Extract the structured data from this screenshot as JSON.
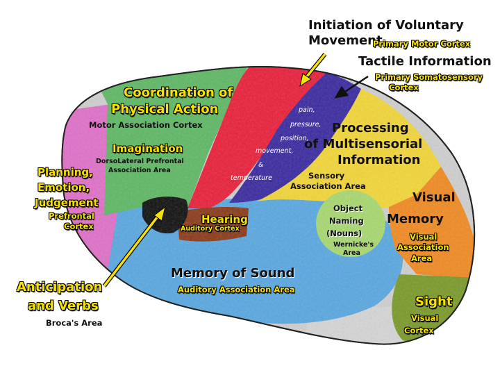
{
  "labels": {
    "initiation_title_1": "Initiation of Voluntary",
    "initiation_title_2": "Movement",
    "primary_motor": "Primary Motor Cortex",
    "tactile_title": "Tactile Information",
    "somatosensory_1": "Primary Somatosensory",
    "somatosensory_2": "Cortex",
    "coordination_1": "Coordination of",
    "coordination_2": "Physical Action",
    "motor_association": "Motor Association Cortex",
    "imagination": "Imagination",
    "dlpfc_1": "DorsoLateral Prefrontal",
    "dlpfc_2": "Association Area",
    "planning_1": "Planning,",
    "planning_2": "Emotion,",
    "planning_3": "Judgement",
    "prefrontal_1": "Prefrontal",
    "prefrontal_2": "Cortex",
    "pain": "pain,",
    "pressure": "pressure,",
    "position": "position,",
    "movement": "movement,",
    "amp": "&",
    "temperature": "temperature",
    "processing_1": "Processing",
    "processing_2": "of Multisensorial",
    "processing_3": "Information",
    "sensory_1": "Sensory",
    "sensory_2": "Association Area",
    "visual_memory_1": "Visual",
    "visual_memory_2": "Memory",
    "visual_assoc_1": "Visual",
    "visual_assoc_2": "Association",
    "visual_assoc_3": "Area",
    "object_1": "Object",
    "object_2": "Naming",
    "object_3": "(Nouns)",
    "wernicke_1": "Wernicke's",
    "wernicke_2": "Area",
    "hearing": "Hearing",
    "auditory_cortex": "Auditory Cortex",
    "memory_sound": "Memory of Sound",
    "auditory_assoc": "Auditory Association Area",
    "anticipation_1": "Anticipation",
    "anticipation_2": "and Verbs",
    "broca": "Broca's Area",
    "sight": "Sight",
    "visual_cortex_1": "Visual",
    "visual_cortex_2": "Cortex"
  },
  "colors": {
    "prefrontal": "#e070c8",
    "motor_association": "#5fb865",
    "primary_motor": "#e8203a",
    "somatosensory": "#3a2aa0",
    "sensory_association": "#f2d638",
    "visual_association": "#f08a22",
    "visual_cortex": "#7a9a2a",
    "temporal": "#5aa8e0",
    "auditory": "#8b3a1a",
    "broca": "#111111",
    "wernicke": "#a8d870",
    "cerebellum_edge": "#d0d0d0",
    "label_yellow": "#f7e200"
  }
}
